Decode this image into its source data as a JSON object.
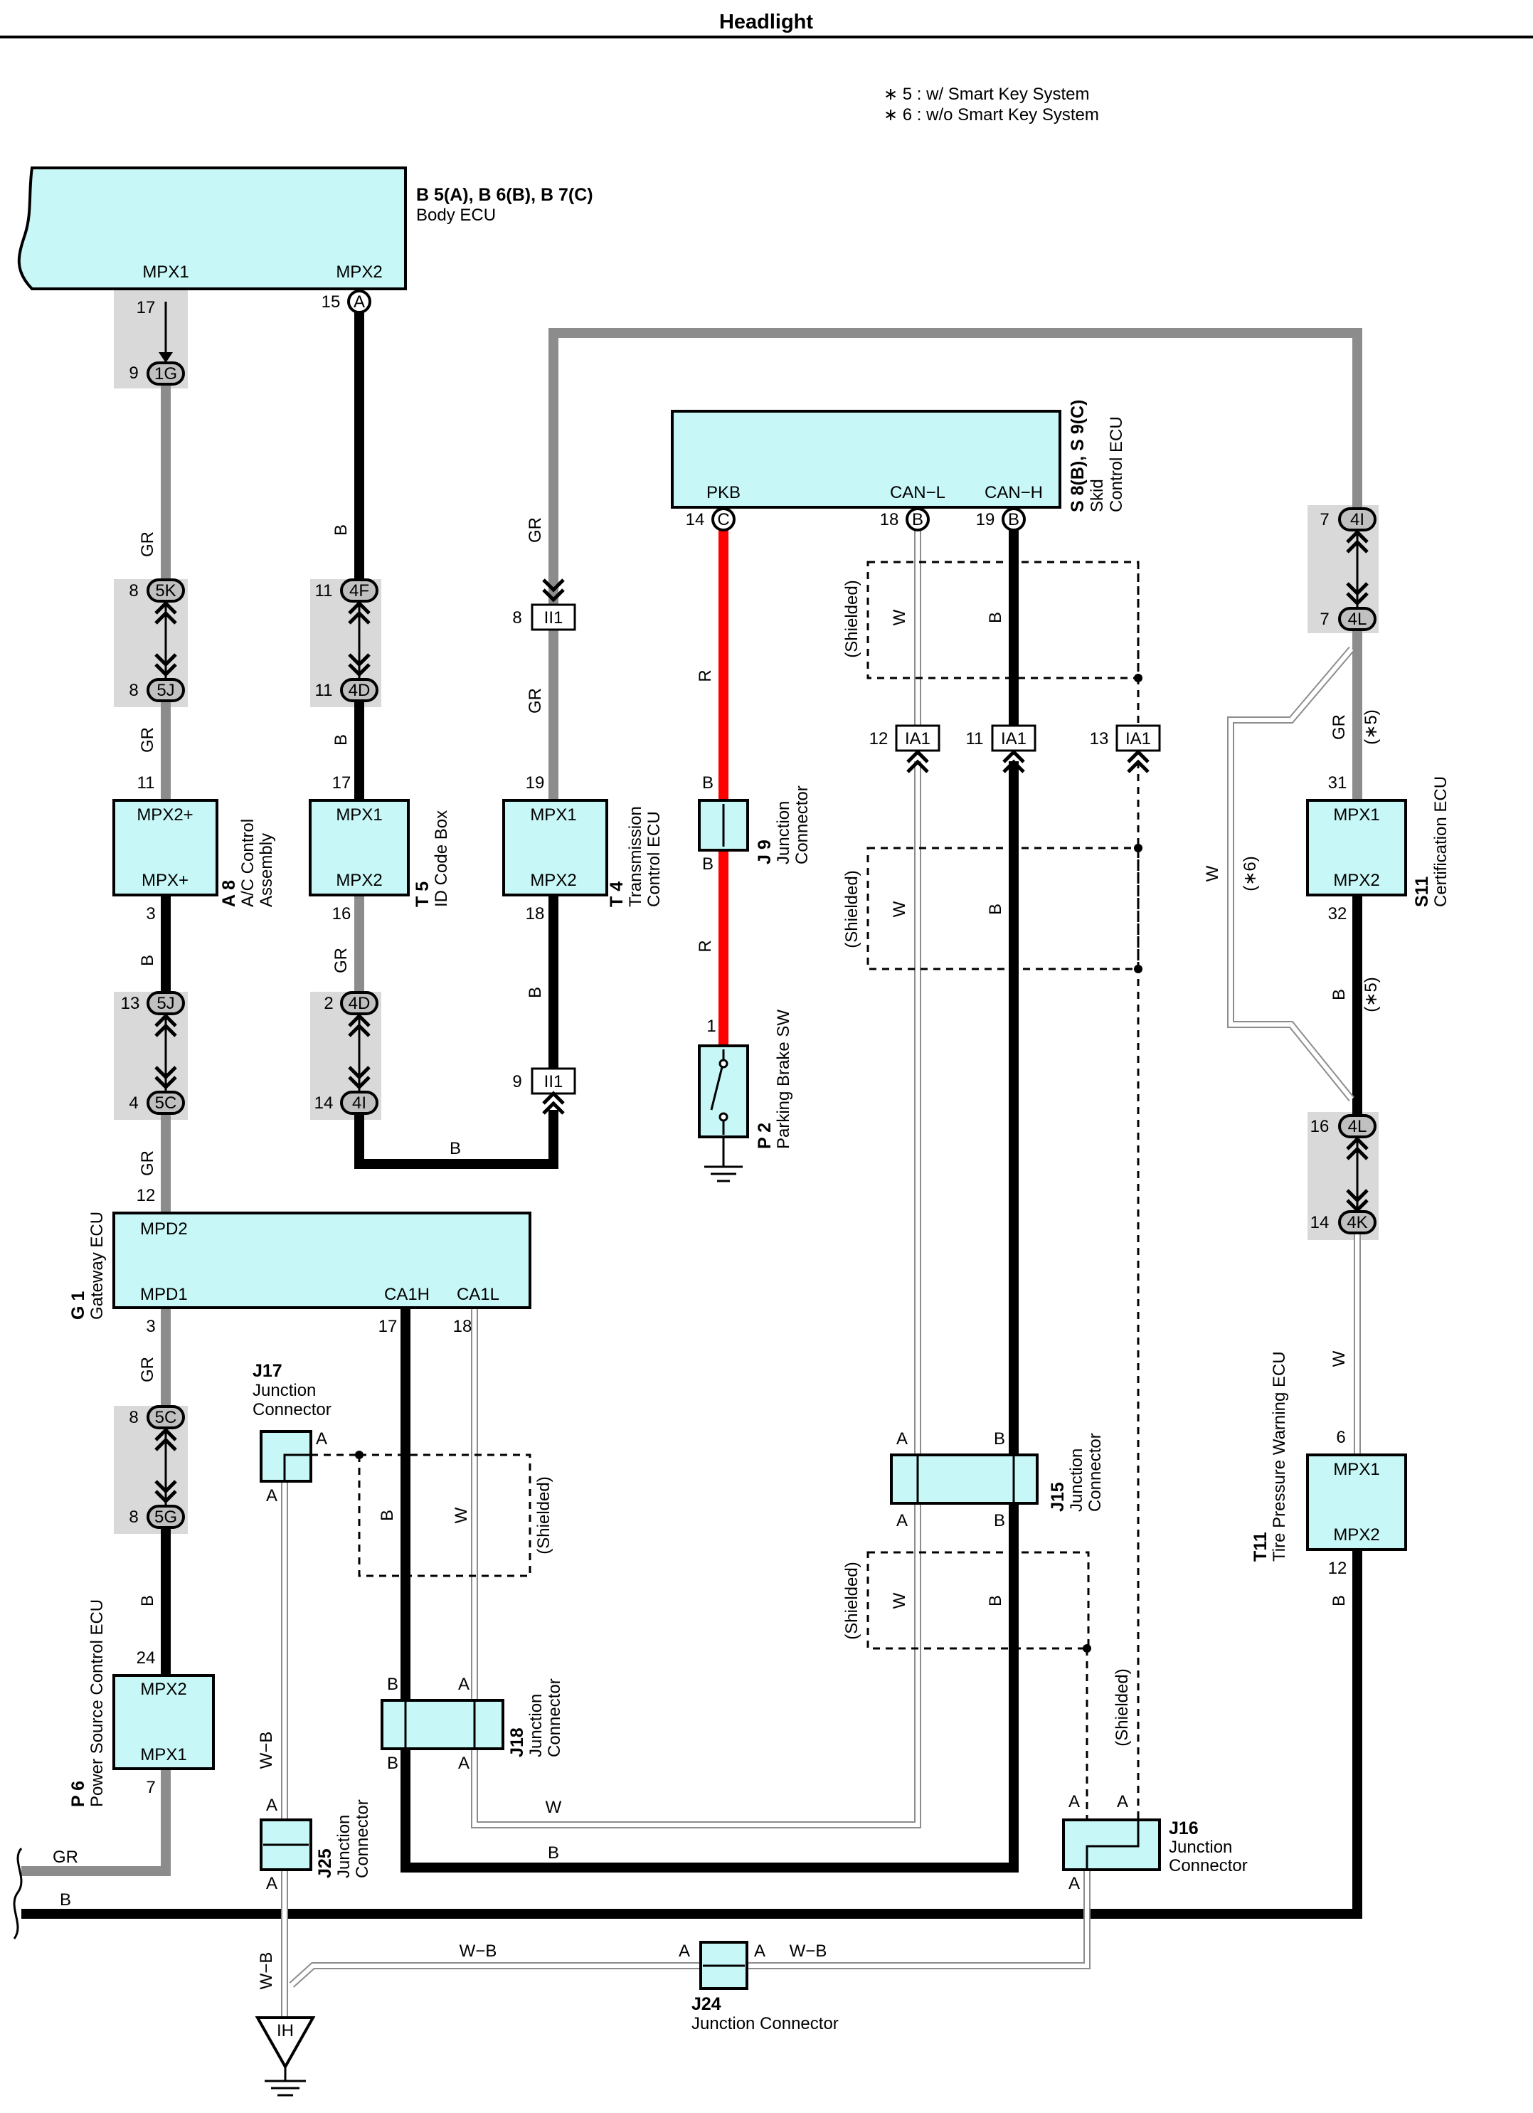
{
  "title": "Headlight",
  "notes": [
    "∗ 5 : w/ Smart Key System",
    "∗ 6 : w/o Smart Key System"
  ],
  "components": {
    "body_ecu": {
      "code": "B 5(A), B 6(B), B 7(C)",
      "name": "Body ECU",
      "pin1": "MPX1",
      "pin2": "MPX2"
    },
    "skid_ecu": {
      "code": "S 8(B), S 9(C)",
      "name1": "Skid",
      "name2": "Control ECU",
      "pin1": "PKB",
      "pin2": "CAN−L",
      "pin3": "CAN−H"
    },
    "ac": {
      "code": "A 8",
      "name1": "A/C Control",
      "name2": "Assembly",
      "pin1": "MPX2+",
      "pin2": "MPX+"
    },
    "id_box": {
      "code": "T 5",
      "name": "ID Code Box",
      "pin1": "MPX1",
      "pin2": "MPX2"
    },
    "trans_ecu": {
      "code": "T 4",
      "name1": "Transmission",
      "name2": "Control ECU",
      "pin1": "MPX1",
      "pin2": "MPX2"
    },
    "cert_ecu": {
      "code": "S11",
      "name": "Certification ECU",
      "pin1": "MPX1",
      "pin2": "MPX2"
    },
    "gateway_ecu": {
      "code": "G 1",
      "name": "Gateway ECU",
      "pin1": "MPD2",
      "pin2": "MPD1",
      "pin3": "CA1H",
      "pin4": "CA1L"
    },
    "power_ecu": {
      "code": "P 6",
      "name": "Power Source Control ECU",
      "pin1": "MPX2",
      "pin2": "MPX1"
    },
    "tire_ecu": {
      "code": "T11",
      "name": "Tire Pressure Warning ECU",
      "pin1": "MPX1",
      "pin2": "MPX2"
    },
    "parking_sw": {
      "code": "P 2",
      "name": "Parking Brake SW"
    },
    "j9": {
      "code": "J 9",
      "name1": "Junction",
      "name2": "Connector"
    },
    "j15": {
      "code": "J15",
      "name1": "Junction",
      "name2": "Connector"
    },
    "j16": {
      "code": "J16",
      "name1": "Junction",
      "name2": "Connector"
    },
    "j17": {
      "code": "J17",
      "name1": "Junction",
      "name2": "Connector"
    },
    "j18": {
      "code": "J18",
      "name1": "Junction",
      "name2": "Connector"
    },
    "j24": {
      "code": "J24",
      "name": "Junction Connector"
    },
    "j25": {
      "code": "J25",
      "name1": "Junction",
      "name2": "Connector"
    },
    "ground": {
      "label": "IH"
    }
  },
  "connectors": {
    "c1G": "1G",
    "c5K": "5K",
    "c5J": "5J",
    "c4F": "4F",
    "c4D": "4D",
    "c4I": "4I",
    "c4L": "4L",
    "c4K": "4K",
    "c5C": "5C",
    "c5G": "5G",
    "cII1": "II1",
    "cIA1": "IA1",
    "cA": "A",
    "cB": "B",
    "cC": "C"
  },
  "pin_numbers": {
    "p17": "17",
    "p9": "9",
    "p15": "15",
    "p8": "8",
    "p11": "11",
    "p19": "19",
    "p14": "14",
    "p18": "18",
    "p7": "7",
    "p12": "12",
    "p13": "13",
    "p31": "31",
    "p3": "3",
    "p16": "16",
    "p2": "2",
    "p32": "32",
    "p4": "4",
    "p1": "1",
    "p6": "6",
    "p24": "24"
  },
  "wire_colors": {
    "gr": "GR",
    "b": "B",
    "r": "R",
    "w": "W",
    "wb": "W−B"
  },
  "terminals": {
    "a": "A",
    "b": "B"
  },
  "labels": {
    "shielded": "(Shielded)",
    "star5": "(∗5)",
    "star6": "(∗6)"
  },
  "colors": {
    "connector_fill": "#c8f7f7",
    "gray_wire": "#8c8c8c",
    "red_wire": "#ff0000",
    "block_gray": "#d9d9d9"
  }
}
